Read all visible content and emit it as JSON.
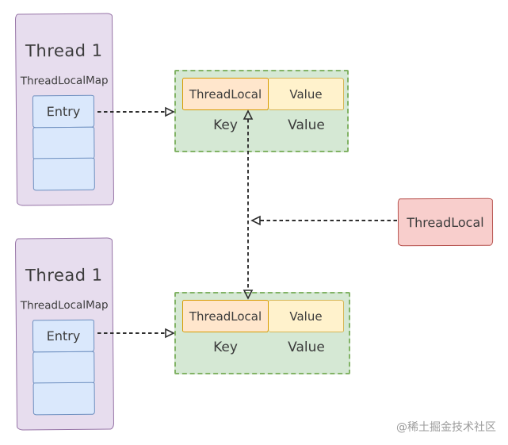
{
  "threads": [
    {
      "title": "Thread 1",
      "map_label": "ThreadLocalMap",
      "entries": [
        "Entry",
        "",
        ""
      ]
    },
    {
      "title": "Thread 1",
      "map_label": "ThreadLocalMap",
      "entries": [
        "Entry",
        "",
        ""
      ]
    }
  ],
  "maps": [
    {
      "key_cell": "ThreadLocal",
      "value_cell": "Value",
      "key_label": "Key",
      "value_label": "Value"
    },
    {
      "key_cell": "ThreadLocal",
      "value_cell": "Value",
      "key_label": "Key",
      "value_label": "Value"
    }
  ],
  "threadlocal_box": {
    "label": "ThreadLocal"
  },
  "watermark": "@稀土掘金技术社区",
  "colors": {
    "thread_fill": "#e7ddee",
    "thread_stroke": "#9673a6",
    "entry_fill": "#dae8fc",
    "entry_stroke": "#6c8ebf",
    "map_fill": "#d5e8d4",
    "map_stroke": "#82b366",
    "key_fill": "#ffe6cc",
    "key_stroke": "#d79b00",
    "value_fill": "#fff2cc",
    "value_stroke": "#d6b656",
    "threadlocal_fill": "#f8cecc",
    "threadlocal_stroke": "#b85450",
    "arrow": "#2e2e2e"
  }
}
